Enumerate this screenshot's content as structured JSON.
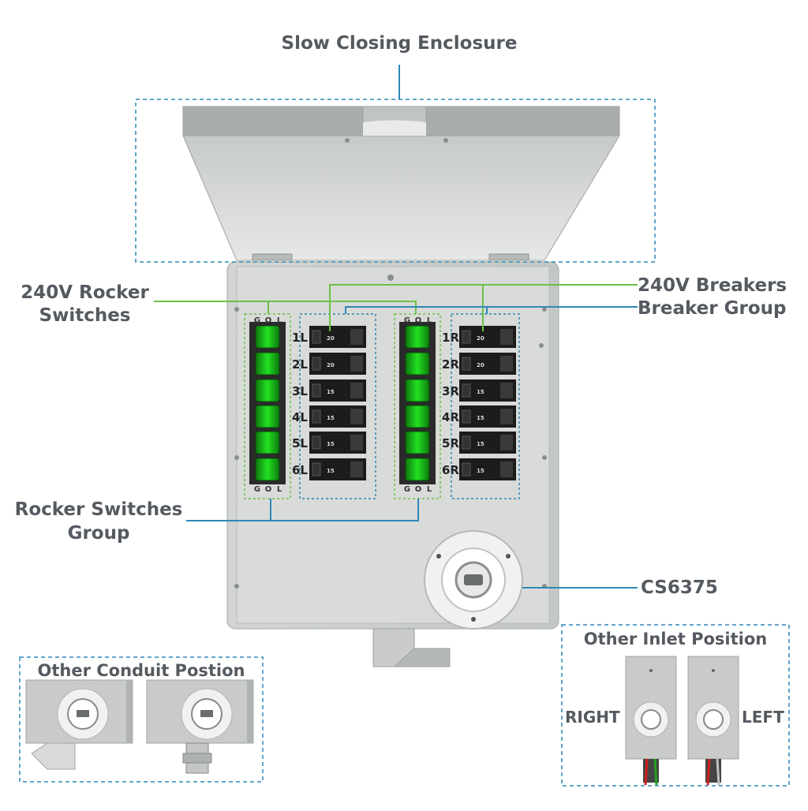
{
  "callouts": {
    "enclosure": "Slow Closing Enclosure",
    "rocker_240v_line1": "240V Rocker",
    "rocker_240v_line2": "Switches",
    "breakers_240v": "240V Breakers",
    "breaker_group": "Breaker Group",
    "rocker_group_line1": "Rocker Switches",
    "rocker_group_line2": "Group",
    "inlet_model": "CS6375"
  },
  "switch_header": [
    "G",
    "O",
    "L"
  ],
  "left_circuits": [
    "1L",
    "2L",
    "3L",
    "4L",
    "5L",
    "6L"
  ],
  "right_circuits": [
    "1R",
    "2R",
    "3R",
    "4R",
    "5R",
    "6R"
  ],
  "left_ratings": [
    "20",
    "20",
    "15",
    "15",
    "15",
    "15"
  ],
  "right_ratings": [
    "20",
    "20",
    "15",
    "15",
    "15",
    "15"
  ],
  "inset_conduit": {
    "title": "Other Conduit Postion"
  },
  "inset_inlet": {
    "title": "Other Inlet Position",
    "right_label": "RIGHT",
    "left_label": "LEFT"
  },
  "colors": {
    "label": "#555a60",
    "callout_blue": "#2f87b8",
    "callout_green": "#6cc04a",
    "switch_green": "#18d018",
    "panel": "#cfd2ce",
    "breaker": "#1c1c1c"
  }
}
